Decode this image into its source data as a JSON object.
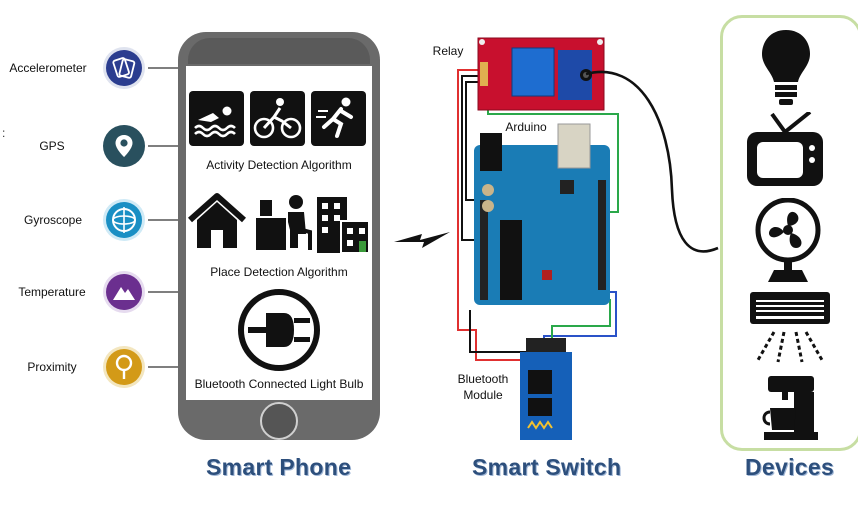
{
  "sensors": [
    {
      "label": "Accelerometer",
      "icon": "accelerometer-icon",
      "color": "#2b3d8f"
    },
    {
      "label": "GPS",
      "icon": "map-pin-icon",
      "color": "#29505e"
    },
    {
      "label": "Gyroscope",
      "icon": "gyroscope-icon",
      "color": "#1a8fc4"
    },
    {
      "label": "Temperature",
      "icon": "mountain-icon",
      "color": "#6b2f8f"
    },
    {
      "label": "Proximity",
      "icon": "proximity-icon",
      "color": "#d39a17"
    }
  ],
  "phone": {
    "activity_label": "Activity Detection Algorithm",
    "activity_icons": [
      "swimming-icon",
      "cycling-icon",
      "running-icon"
    ],
    "place_label": "Place Detection Algorithm",
    "place_icons": [
      "home-icon",
      "office-worker-icon",
      "building-icon"
    ],
    "bulb_label": "Bluetooth Connected Light Bulb",
    "bulb_icon": "plug-icon"
  },
  "switch": {
    "relay_label": "Relay",
    "arduino_label": "Arduino",
    "bluetooth_label_line1": "Bluetooth",
    "bluetooth_label_line2": "Module",
    "board_color": "#1a7cb5",
    "relay_color": "#c8102e"
  },
  "devices": {
    "icons": [
      "light-bulb-icon",
      "television-icon",
      "fan-icon",
      "air-conditioner-icon",
      "coffee-maker-icon"
    ],
    "border_color": "#c7dea3"
  },
  "titles": {
    "smart_phone": "Smart Phone",
    "smart_switch": "Smart Switch",
    "devices": "Devices"
  },
  "stray_mark": ":"
}
